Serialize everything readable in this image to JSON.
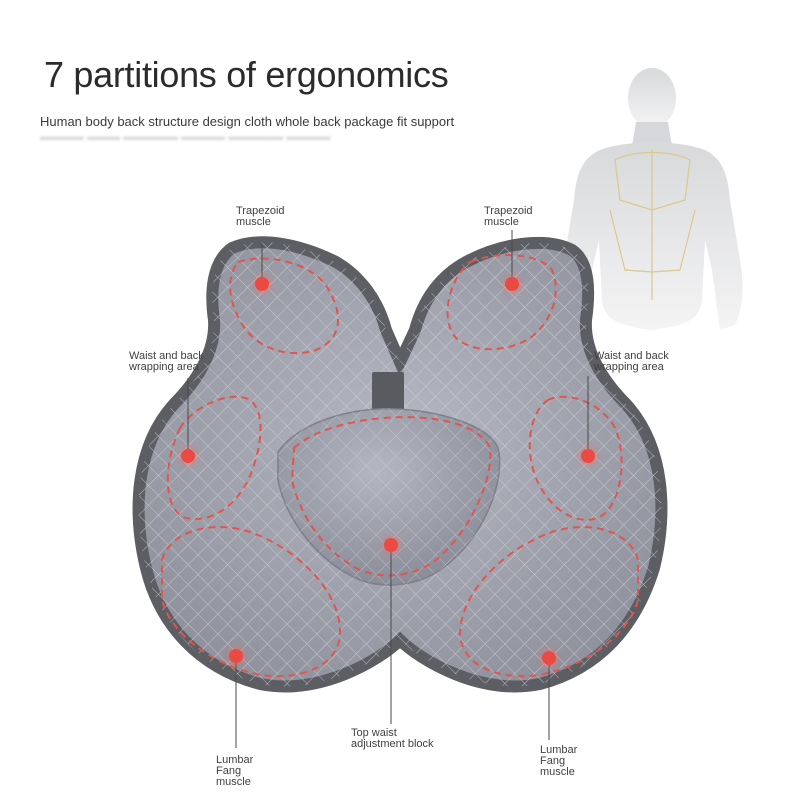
{
  "header": {
    "title": "7 partitions of ergonomics",
    "subtitle": "Human body back structure design cloth whole back package fit support"
  },
  "callouts": [
    {
      "id": "trapezoid-left",
      "lines": [
        "Trapezoid",
        "muscle"
      ]
    },
    {
      "id": "trapezoid-right",
      "lines": [
        "Trapezoid",
        "muscle"
      ]
    },
    {
      "id": "waist-left",
      "lines": [
        "Waist and back",
        "wrapping area"
      ]
    },
    {
      "id": "waist-right",
      "lines": [
        "Waist and back",
        "wrapping area"
      ]
    },
    {
      "id": "top-waist",
      "lines": [
        "Top waist",
        "adjustment block"
      ]
    },
    {
      "id": "lumbar-left",
      "lines": [
        "Lumbar",
        "Fang",
        "muscle"
      ]
    },
    {
      "id": "lumbar-right",
      "lines": [
        "Lumbar",
        "Fang",
        "muscle"
      ]
    }
  ],
  "colors": {
    "cushion_body": "#a7a9b5",
    "cushion_edge": "#5d5e63",
    "stitch": "#e0564f",
    "dot": "#ea4a42",
    "text": "#404040"
  }
}
